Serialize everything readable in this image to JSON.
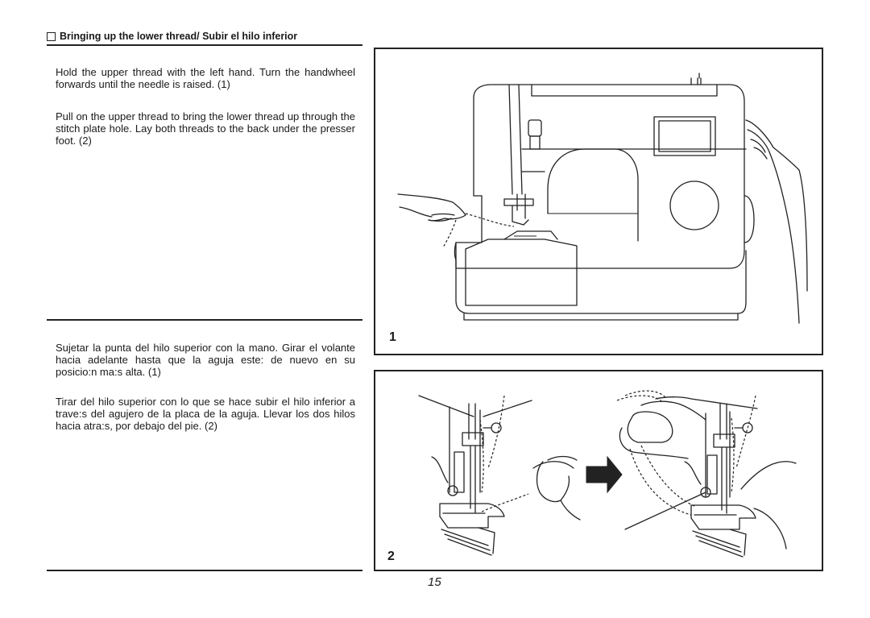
{
  "section": {
    "title": "Bringing up the lower thread/ Subir el hilo inferior"
  },
  "english": {
    "para1": "Hold the upper thread with the left hand. Turn the handwheel forwards until the needle is raised. (1)",
    "para2": "Pull on the upper thread to bring the lower thread up through the stitch plate hole. Lay both threads to the back under the presser foot. (2)"
  },
  "spanish": {
    "para1": "Sujetar la punta del hilo superior con la mano. Girar el volante hacia adelante hasta que la aguja este: de nuevo en su posicio:n ma:s alta. (1)",
    "para2": "Tirar del hilo superior con lo que se hace subir el hilo inferior a trave:s del agujero de la placa de la aguja. Llevar los dos hilos hacia atra:s, por debajo del pie. (2)"
  },
  "figures": [
    {
      "number": "1",
      "icon": "sewing-machine-illustration"
    },
    {
      "number": "2",
      "icon": "presser-foot-thread-illustration"
    }
  ],
  "page_number": "15"
}
